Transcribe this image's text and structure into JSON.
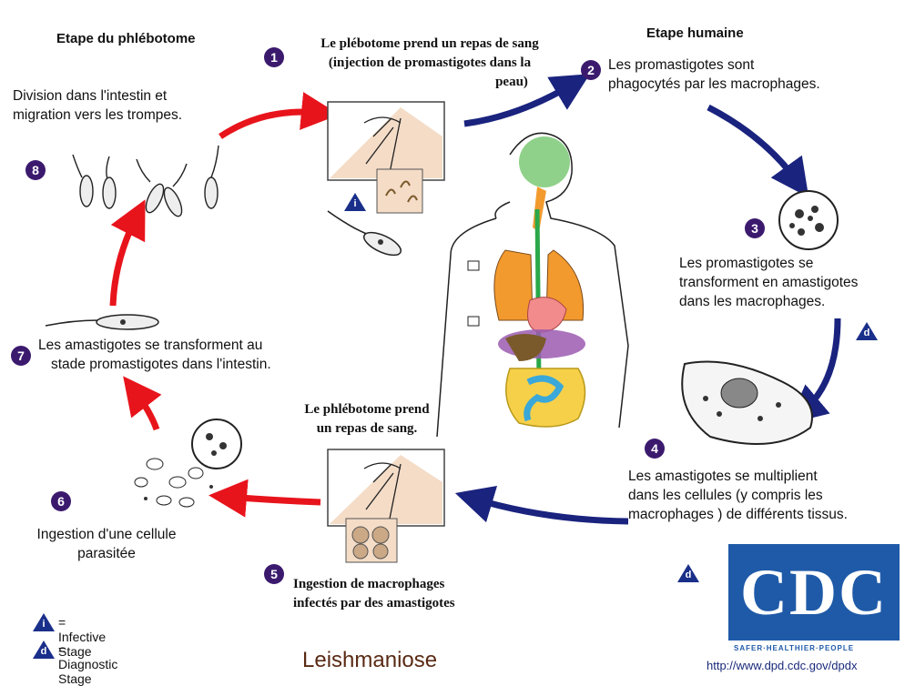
{
  "headers": {
    "sandfly": "Etape du phlébotome",
    "human": "Etape humaine"
  },
  "steps": {
    "s1": {
      "num": "1",
      "text_l1": "Le plébotome prend un repas de sang",
      "text_l2": "(injection de promastigotes dans la",
      "text_l3": "peau)"
    },
    "s2": {
      "num": "2",
      "text_l1": "Les promastigotes sont",
      "text_l2": "phagocytés par les macrophages."
    },
    "s3": {
      "num": "3",
      "text_l1": "Les promastigotes se",
      "text_l2": "transforment en amastigotes",
      "text_l3": "dans les macrophages."
    },
    "s4": {
      "num": "4",
      "text_l1": "Les amastigotes se multiplient",
      "text_l2": "dans les cellules (y compris les",
      "text_l3": "macrophages ) de différents tissus."
    },
    "s5": {
      "num": "5",
      "text_l1": "Ingestion de macrophages",
      "text_l2": "infectés par des amastigotes"
    },
    "s5b": {
      "text_l1": "Le phlébotome prend",
      "text_l2": "un repas de sang."
    },
    "s6": {
      "num": "6",
      "text_l1": "Ingestion d'une cellule",
      "text_l2": "parasitée"
    },
    "s7": {
      "num": "7",
      "text_l1": "Les amastigotes se transforment au",
      "text_l2": "stade promastigotes dans l'intestin."
    },
    "s8": {
      "num": "8",
      "text_l1": "Division dans l'intestin et",
      "text_l2": "migration vers les trompes."
    }
  },
  "badges": {
    "infective": "i",
    "diagnostic": "d"
  },
  "legend": {
    "infective": "= Infective Stage",
    "diagnostic": "= Diagnostic Stage"
  },
  "title": "Leishmaniose",
  "cdc": {
    "logo": "CDC",
    "tagline": "SAFER·HEALTHIER·PEOPLE",
    "url": "http://www.dpd.cdc.gov/dpdx"
  },
  "colors": {
    "red_arrow": "#e8141c",
    "blue_arrow": "#1a237e",
    "step_circle": "#3b1a6e",
    "badge": "#1a2f8a",
    "cdc_blue": "#1f5aa8"
  }
}
